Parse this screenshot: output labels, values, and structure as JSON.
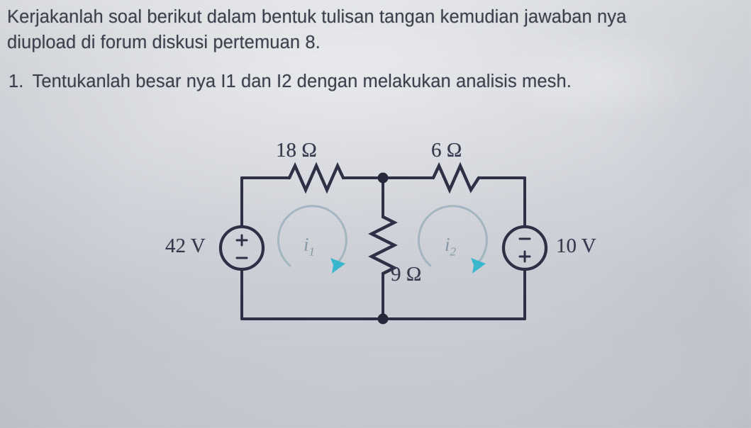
{
  "document": {
    "kind": "photographed textbook page / assignment slide",
    "language": "Indonesian",
    "instructions": {
      "line1": "Kerjakanlah soal berikut dalam bentuk tulisan tangan kemudian jawaban nya",
      "line2": "diupload di forum diskusi pertemuan 8."
    },
    "questions": [
      {
        "number": "1.",
        "text": "Tentukanlah besar nya I1 dan I2 dengan melakukan analisis mesh."
      }
    ]
  },
  "circuit": {
    "title": "Two-mesh resistive circuit with two independent voltage sources",
    "components": [
      {
        "id": "v-left",
        "type": "voltage-source",
        "label": "42 V",
        "position": "left branch",
        "polarity_top": "+",
        "polarity_bottom": "−"
      },
      {
        "id": "r-18",
        "type": "resistor",
        "label": "18 Ω",
        "value": 18,
        "unit": "Ω",
        "position": "top-left branch"
      },
      {
        "id": "r-6",
        "type": "resistor",
        "label": "6 Ω",
        "value": 6,
        "unit": "Ω",
        "position": "top-right branch"
      },
      {
        "id": "r-9",
        "type": "resistor",
        "label": "9 Ω",
        "value": 9,
        "unit": "Ω",
        "position": "center vertical branch"
      },
      {
        "id": "v-right",
        "type": "voltage-source",
        "label": "10 V",
        "position": "right branch",
        "polarity_top": "−",
        "polarity_bottom": "+"
      }
    ],
    "meshes": [
      {
        "id": "mesh-1",
        "label": "i",
        "subscript": "1",
        "direction": "clockwise",
        "arrow_color": "#2fb6cf"
      },
      {
        "id": "mesh-2",
        "label": "i",
        "subscript": "2",
        "direction": "clockwise",
        "arrow_color": "#2fb6cf"
      }
    ],
    "nodes": [
      {
        "id": "node-top-center",
        "label": ""
      },
      {
        "id": "node-bottom-center",
        "label": ""
      }
    ],
    "polarity_glyphs": {
      "plus": "+",
      "minus": "−"
    }
  },
  "colors": {
    "paper": "#c9ccd4",
    "ink": "#2b2e44",
    "text": "#3b3f4b",
    "mesh_arrow": "#2fb6cf",
    "mesh_arc": "#9fb4bf"
  }
}
